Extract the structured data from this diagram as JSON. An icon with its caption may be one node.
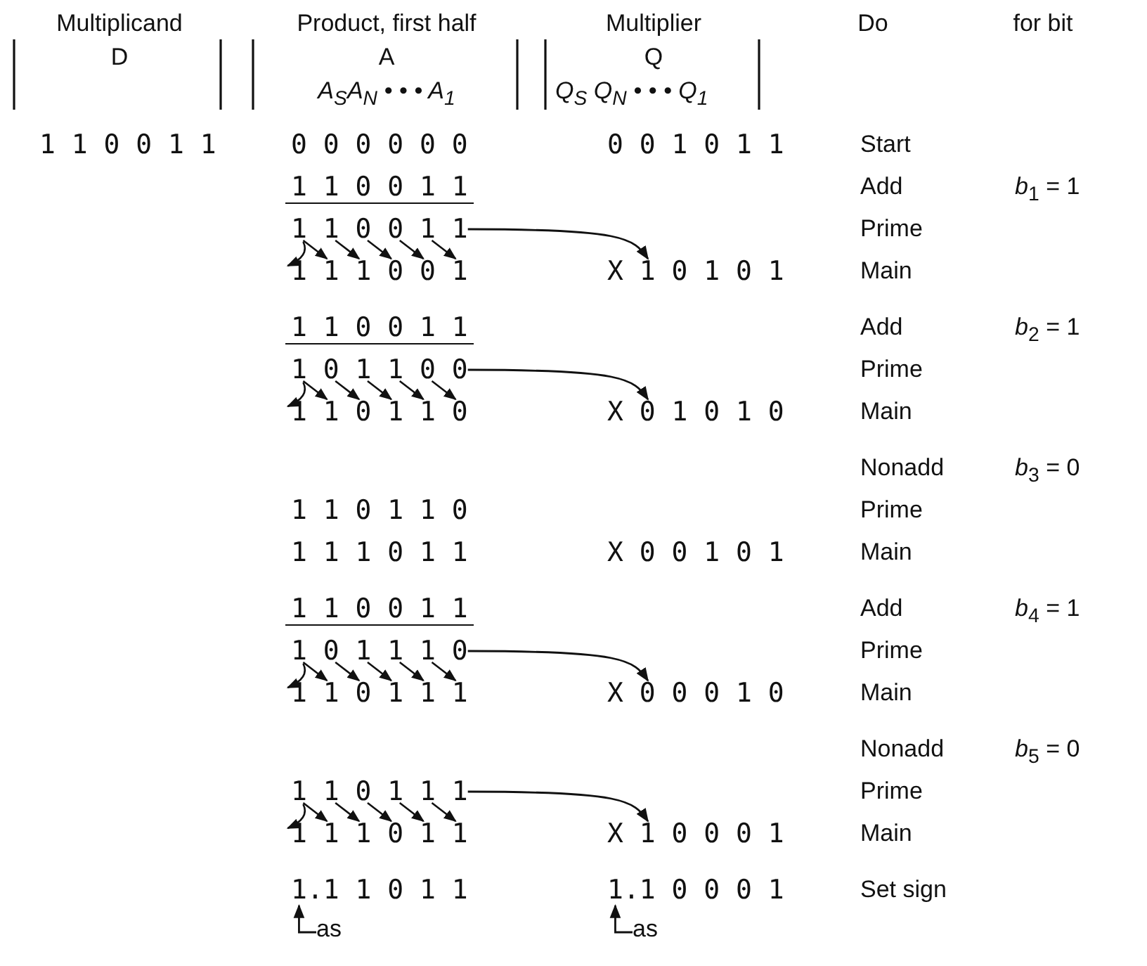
{
  "diagram": {
    "nodes": [
      {
        "text": [
          "1 1 0 0 1 1"
        ]
      },
      {
        "text": [
          "X 1 0 1 0 1"
        ]
      },
      {
        "text": [
          "1 0 1 1 0 0"
        ]
      },
      {
        "text": [
          "X 0 1 0 1 0"
        ]
      },
      {
        "text": [
          "1 0 1 1 1 0"
        ]
      },
      {
        "text": [
          "X 0 0 0 1 0"
        ]
      },
      {
        "text": [
          "1 1 0 1 1 1"
        ]
      },
      {
        "text": [
          "X 1 0 0 0 1"
        ]
      },
      {
        "text": [
          "1.1 1 0 1 1"
        ]
      },
      {
        "text": [
          "1.1 0 0 0 1"
        ]
      },
      {
        "text": [
          "as"
        ]
      },
      {
        "text": [
          "as"
        ]
      }
    ],
    "edges": [
      {
        "from": 0,
        "to": 1,
        "arrow": "to"
      },
      {
        "from": 2,
        "to": 3,
        "arrow": "to"
      },
      {
        "from": 4,
        "to": 5,
        "arrow": "to"
      },
      {
        "from": 6,
        "to": 7,
        "arrow": "to"
      },
      {
        "from": 10,
        "to": 8,
        "arrow": "to"
      },
      {
        "from": 11,
        "to": 9,
        "arrow": "to"
      }
    ],
    "labels": [
      "Multiplicand",
      "Product, first half",
      "Multiplier",
      "Do",
      "for bit",
      "D",
      "A",
      "Q",
      "A$_{S}$A$_{N}$ • • • A$_{1}$",
      "Q$_{S}$ Q$_{N}$ • • • Q$_{1}$",
      "1 1 0 0 1 1",
      "0 0 0 0 0 0",
      "0 0 1 0 1 1",
      "Start",
      "1 1 0 0 1 1",
      "Add",
      "*b*$_{1}$ = 1",
      "Prime",
      "1 1 1 0 0 1",
      "Main",
      "1 1 0 0 1 1",
      "Add",
      "*b*$_{2}$ = 1",
      "Prime",
      "1 1 0 1 1 0",
      "Main",
      "Nonadd",
      "*b*$_{3}$ = 0",
      "1 1 0 1 1 0",
      "Prime",
      "1 1 1 0 1 1",
      "X 0 0 1 0 1",
      "Main",
      "1 1 0 0 1 1",
      "Add",
      "*b*$_{4}$ = 1",
      "Prime",
      "1 1 0 1 1 1",
      "Main",
      "Nonadd",
      "*b*$_{5}$ = 0",
      "Prime",
      "1 1 1 0 1 1",
      "Main",
      "Set sign"
    ]
  }
}
